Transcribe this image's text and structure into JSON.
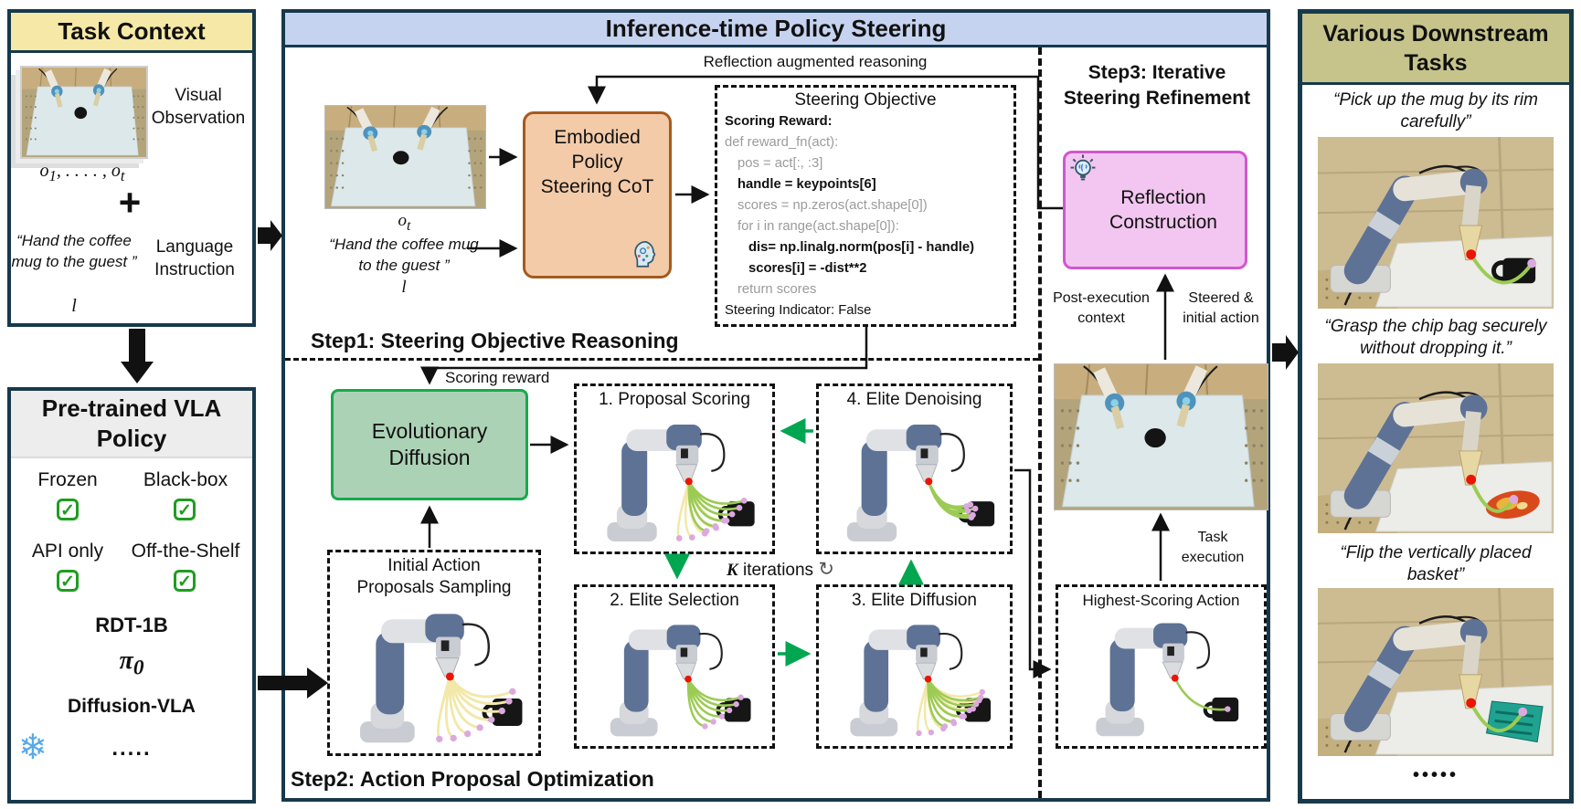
{
  "colors": {
    "panel_border": "#17394c",
    "task_header_bg": "#F6E8A6",
    "vla_header_bg": "#EDEDED",
    "steering_header_bg": "#C6D3F0",
    "downstream_header_bg": "#C6C48B",
    "embodied_box_bg": "#F3CBA8",
    "embodied_box_border": "#A55A1F",
    "evolution_box_bg": "#ACD2B6",
    "evolution_box_border": "#19A94E",
    "reflection_box_bg": "#F2C6F0",
    "reflection_box_border": "#D156CE",
    "green_arrow": "#00A650",
    "trajectory_yellow": "#F2E8A9",
    "trajectory_green": "#9CCB55",
    "keypoint_pink": "#DCA9DE",
    "end_effector_red": "#EA1508",
    "checkbox_green": "#1F9D20",
    "snowflake_blue": "#56AAE9"
  },
  "icons": {
    "check": "✓",
    "snowflake": "❄",
    "loop": "↻",
    "plus": "+"
  },
  "task_context": {
    "title": "Task Context",
    "visual_observation_label": "Visual Observation",
    "obs": {
      "base1": "o",
      "sub1": "1",
      "sep": ", . . . . , ",
      "base2": "o",
      "sub2": "t"
    },
    "instruction_quote": "“Hand the coffee mug to the guest ”",
    "language_instruction_label": "Language Instruction",
    "instruction_math": "l"
  },
  "vla_policy": {
    "title": "Pre-trained VLA Policy",
    "attributes": [
      {
        "label": "Frozen"
      },
      {
        "label": "Black-box"
      },
      {
        "label": "API only"
      },
      {
        "label": "Off-the-Shelf"
      }
    ],
    "models": {
      "m1": "RDT-1B",
      "pi_base": "π",
      "pi_sub": "0",
      "m3": "Diffusion-VLA",
      "more": "....."
    }
  },
  "steering": {
    "title": "Inference-time Policy Steering",
    "reflection_arrow_label": "Reflection augmented reasoning",
    "observation": {
      "base": "o",
      "sub": "t"
    },
    "instruction_quote": "“Hand the coffee mug to the guest ”",
    "instruction_math": "l",
    "embodied_box_label": "Embodied Policy Steering CoT",
    "objective": {
      "title": "Steering Objective",
      "lines": [
        "Scoring Reward:",
        "def reward_fn(act):",
        "pos = act[:, :3]",
        "handle = keypoints[6]",
        "scores = np.zeros(act.shape[0])",
        "for i in range(act.shape[0]):",
        "dis= np.linalg.norm(pos[i] - handle)",
        "scores[i] = -dist**2",
        "return scores"
      ],
      "indicator_label": "Steering Indicator:",
      "indicator_value": "False"
    },
    "step1_label": "Step1: Steering Objective Reasoning",
    "scoring_reward_label": "Scoring reward",
    "evolutionary_box_label": "Evolutionary Diffusion",
    "initial_box_label": "Initial Action Proposals Sampling",
    "box1_label": "1. Proposal Scoring",
    "box2_label": "2. Elite Selection",
    "box3_label": "3. Elite Diffusion",
    "box4_label": "4. Elite Denoising",
    "k_math": "K",
    "iterations_label": " iterations",
    "step2_label": "Step2: Action Proposal Optimization",
    "step3_title": "Step3: Iterative Steering Refinement",
    "reflection_box_label": "Reflection Construction",
    "post_execution_label": "Post-execution context",
    "steered_label": "Steered & initial action",
    "task_execution_label": "Task execution",
    "highest_box_label": "Highest-Scoring Action"
  },
  "downstream": {
    "title": "Various Downstream Tasks",
    "tasks": [
      {
        "quote": "“Pick up the mug by its rim carefully”"
      },
      {
        "quote": "“Grasp the chip bag securely without dropping it.”"
      },
      {
        "quote": "“Flip the vertically placed basket”"
      }
    ],
    "more": "•••••"
  }
}
